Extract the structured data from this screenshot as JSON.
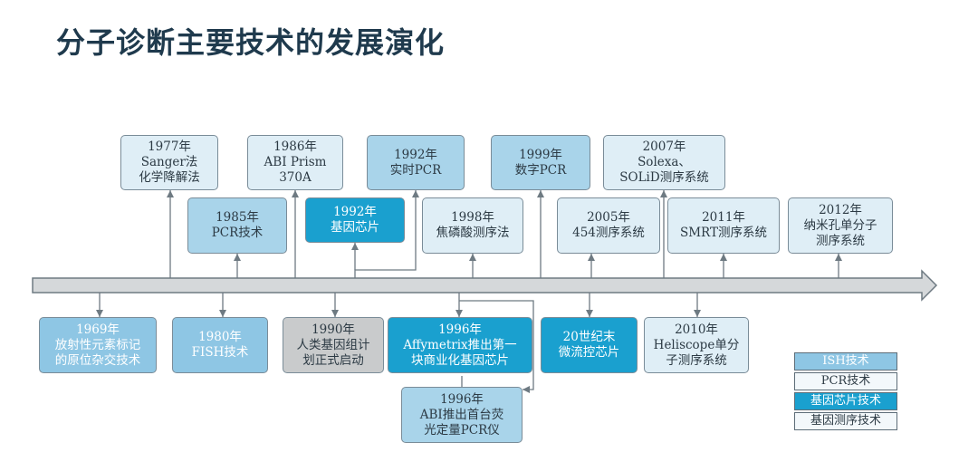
{
  "title": "分子诊断主要技术的发展演化",
  "top_boxes": [
    {
      "text": "1977年\nSanger法\n化学降解法"
    },
    {
      "text": "1986年\nABI Prism\n370A"
    },
    {
      "text": "1992年\n实时PCR"
    },
    {
      "text": "1999年\n数字PCR"
    },
    {
      "text": "2007年\nSolexa、\nSOLiD测序系统"
    },
    {
      "text": "1985年\nPCR技术"
    },
    {
      "text": "1992年\n基因芯片"
    },
    {
      "text": "1998年\n焦磷酸测序法"
    },
    {
      "text": "2005年\n454测序系统"
    },
    {
      "text": "2011年\nSMRT测序系统"
    },
    {
      "text": "2012年\n纳米孔单分子\n测序系统"
    }
  ],
  "bottom_boxes": [
    {
      "text": "1969年\n放射性元素标记\n的原位杂交技术"
    },
    {
      "text": "1980年\nFISH技术"
    },
    {
      "text": "1990年\n人类基因组计\n划正式启动"
    },
    {
      "text": "1996年\nAffymetrix推出第一\n块商业化基因芯片"
    },
    {
      "text": "20世纪末\n微流控芯片"
    },
    {
      "text": "2010年\nHeliscope单分\n子测序系统"
    },
    {
      "text": "1996年\nABI推出首台荧\n光定量PCR仪"
    }
  ],
  "legend": [
    {
      "label": "ISH技术"
    },
    {
      "label": "PCR技术"
    },
    {
      "label": "基因芯片技术"
    },
    {
      "label": "基因测序技术"
    }
  ],
  "colors": {
    "ish": "#8ec6e4",
    "pcr": "#a9d4ea",
    "chip": "#1aa0cf",
    "seq": "#dfeef6",
    "other": "#c9cbcc",
    "title": "#1f3a4d",
    "line": "#6e7a82"
  }
}
